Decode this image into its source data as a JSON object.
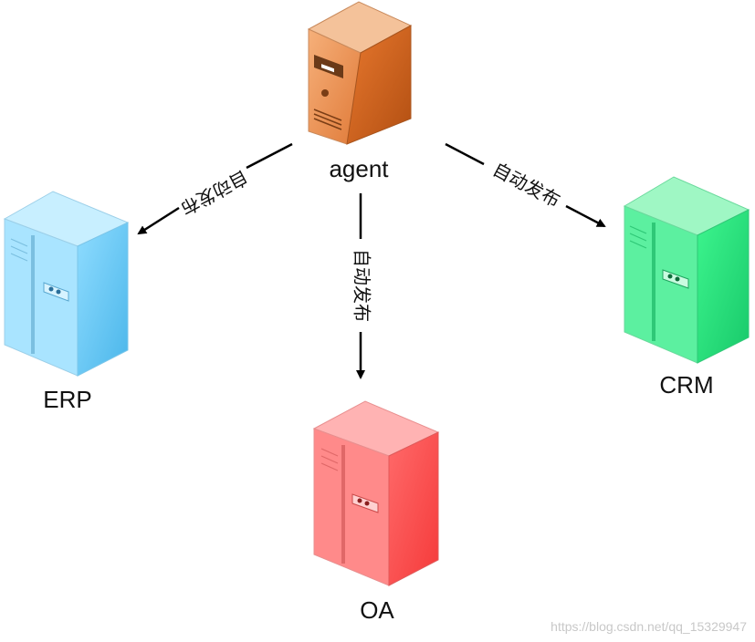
{
  "nodes": {
    "agent": {
      "label": "agent",
      "color": "#e8782e"
    },
    "erp": {
      "label": "ERP",
      "color": "#5cc4f2"
    },
    "oa": {
      "label": "OA",
      "color": "#ff5a5a"
    },
    "crm": {
      "label": "CRM",
      "color": "#2ee682"
    }
  },
  "edges": [
    {
      "from": "agent",
      "to": "erp",
      "label": "自动发布"
    },
    {
      "from": "agent",
      "to": "oa",
      "label": "自动发布"
    },
    {
      "from": "agent",
      "to": "crm",
      "label": "自动发布"
    }
  ],
  "watermark": "https://blog.csdn.net/qq_15329947"
}
